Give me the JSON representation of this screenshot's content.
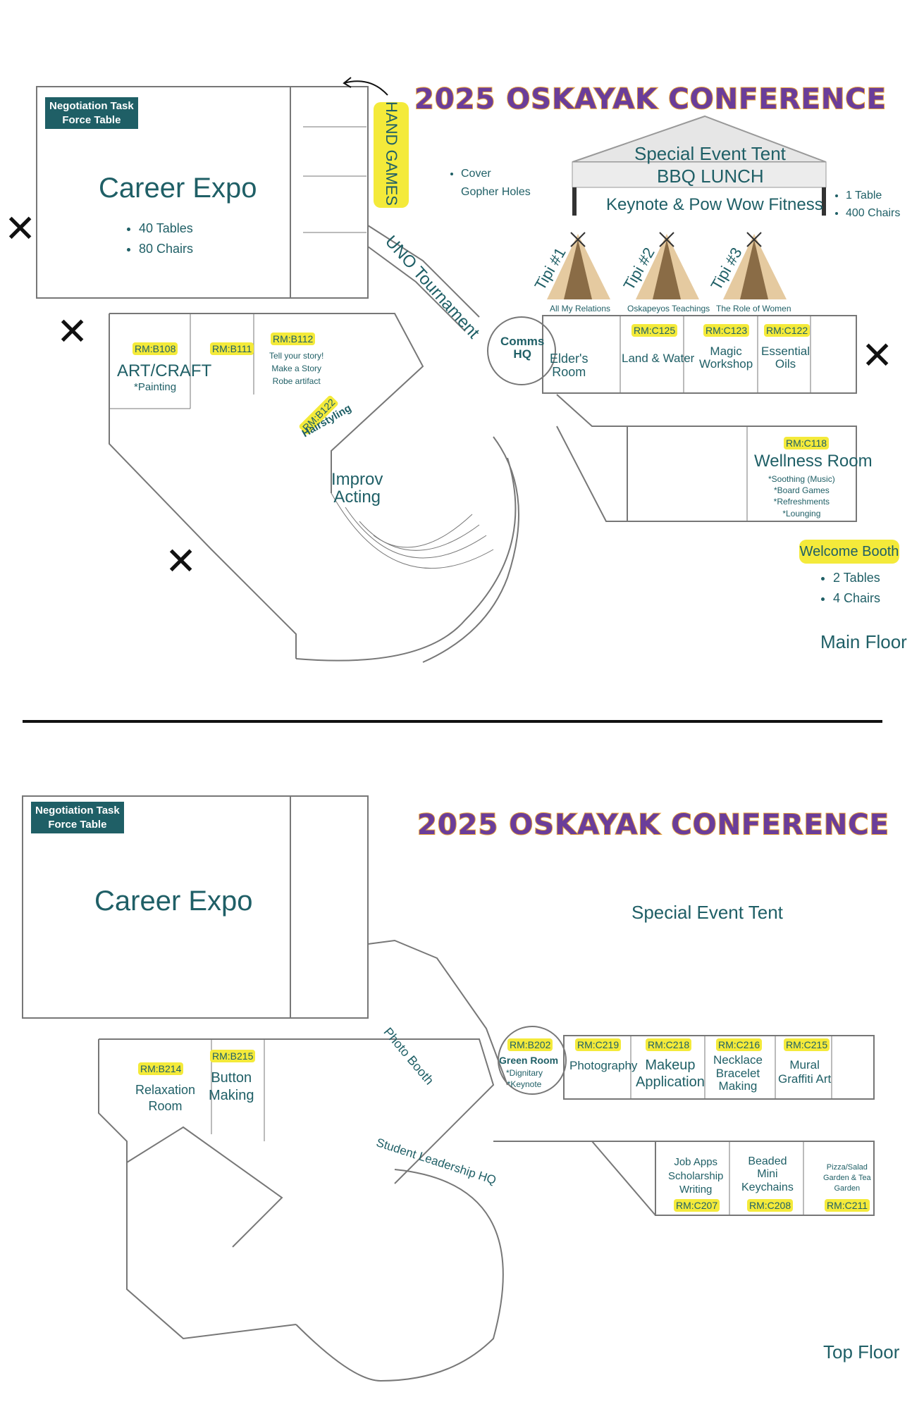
{
  "main_floor": {
    "title": "2025 OSKAYAK CONFERENCE",
    "floor_label": "Main Floor",
    "negotiation_badge": {
      "line1": "Negotiation Task",
      "line2": "Force Table"
    },
    "career_expo": {
      "label": "Career Expo",
      "items": [
        "40 Tables",
        "80 Chairs"
      ]
    },
    "hand_games": "HAND GAMES",
    "cover_items": [
      "Cover",
      "Gopher Holes"
    ],
    "tent": {
      "line1": "Special Event Tent",
      "line2": "BBQ LUNCH",
      "line3": "Keynote & Pow Wow Fitness",
      "items": [
        "1 Table",
        "400 Chairs"
      ]
    },
    "uno": "UNO Tournament",
    "tipis": [
      {
        "label": "Tipi #1",
        "caption": "All My Relations"
      },
      {
        "label": "Tipi #2",
        "caption": "Oskapeyos Teachings"
      },
      {
        "label": "Tipi #3",
        "caption": "The Role of Women"
      }
    ],
    "comms": {
      "line1": "Comms",
      "line2": "HQ"
    },
    "elders": {
      "line1": "Elder's",
      "line2": "Room"
    },
    "rooms": {
      "b108": {
        "num": "RM:B108",
        "name": "ART/CRAFT",
        "note": "*Painting"
      },
      "b111": {
        "num": "RM:B111"
      },
      "b112": {
        "num": "RM:B112",
        "lines": [
          "Tell your story!",
          "Make a Story",
          "Robe artifact"
        ]
      },
      "b122": {
        "num": "RM:B122",
        "name": "Hairstyling"
      },
      "c125": {
        "num": "RM:C125",
        "name": "Land & Water"
      },
      "c123": {
        "num": "RM:C123",
        "line1": "Magic",
        "line2": "Workshop"
      },
      "c122": {
        "num": "RM:C122",
        "line1": "Essential",
        "line2": "Oils"
      },
      "c118": {
        "num": "RM:C118",
        "name": "Wellness Room",
        "notes": [
          "*Soothing (Music)",
          "*Board Games",
          "*Refreshments",
          "*Lounging"
        ]
      }
    },
    "improv": {
      "line1": "Improv",
      "line2": "Acting"
    },
    "welcome": {
      "label": "Welcome Booth",
      "items": [
        "2 Tables",
        "4 Chairs"
      ]
    },
    "x_mark": "✕"
  },
  "top_floor": {
    "title": "2025 OSKAYAK CONFERENCE",
    "floor_label": "Top Floor",
    "negotiation_badge": {
      "line1": "Negotiation Task",
      "line2": "Force Table"
    },
    "career_expo": "Career Expo",
    "special_tent": "Special Event Tent",
    "photo_booth": "Photo Booth",
    "student_hq": "Student Leadership HQ",
    "rooms": {
      "b214": {
        "num": "RM:B214",
        "line1": "Relaxation",
        "line2": "Room"
      },
      "b215": {
        "num": "RM:B215",
        "line1": "Button",
        "line2": "Making"
      },
      "b202": {
        "num": "RM:B202",
        "name": "Green Room",
        "notes": [
          "*Dignitary",
          "*Keynote"
        ]
      },
      "c219": {
        "num": "RM:C219",
        "name": "Photography"
      },
      "c218": {
        "num": "RM:C218",
        "line1": "Makeup",
        "line2": "Application"
      },
      "c216": {
        "num": "RM:C216",
        "lines": [
          "Necklace",
          "Bracelet",
          "Making"
        ]
      },
      "c215": {
        "num": "RM:C215",
        "line1": "Mural",
        "line2": "Graffiti Art"
      },
      "c207": {
        "num": "RM:C207",
        "lines": [
          "Job Apps",
          "Scholarship",
          "Writing"
        ]
      },
      "c208": {
        "num": "RM:C208",
        "lines": [
          "Beaded",
          "Mini",
          "Keychains"
        ]
      },
      "c211": {
        "num": "RM:C211",
        "lines": [
          "Pizza/Salad",
          "Garden & Tea",
          "Garden"
        ]
      }
    }
  },
  "colors": {
    "teal": "#1f5f66",
    "purple": "#6a3d9a",
    "orange": "#e8a23a",
    "highlight": "#f4ea3a"
  }
}
